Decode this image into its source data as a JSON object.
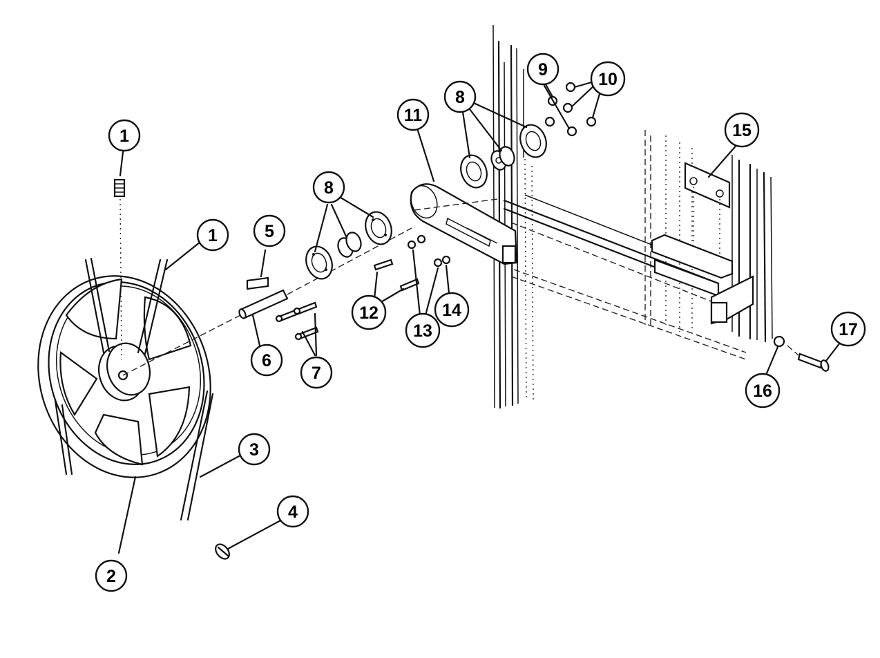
{
  "callouts": [
    {
      "id": "c1a",
      "label": "1"
    },
    {
      "id": "c1b",
      "label": "1"
    },
    {
      "id": "c2",
      "label": "2"
    },
    {
      "id": "c3",
      "label": "3"
    },
    {
      "id": "c4",
      "label": "4"
    },
    {
      "id": "c5",
      "label": "5"
    },
    {
      "id": "c6",
      "label": "6"
    },
    {
      "id": "c7",
      "label": "7"
    },
    {
      "id": "c8a",
      "label": "8"
    },
    {
      "id": "c8b",
      "label": "8"
    },
    {
      "id": "c9",
      "label": "9"
    },
    {
      "id": "c10",
      "label": "10"
    },
    {
      "id": "c11",
      "label": "11"
    },
    {
      "id": "c12",
      "label": "12"
    },
    {
      "id": "c13",
      "label": "13"
    },
    {
      "id": "c14",
      "label": "14"
    },
    {
      "id": "c15",
      "label": "15"
    },
    {
      "id": "c16",
      "label": "16"
    },
    {
      "id": "c17",
      "label": "17"
    }
  ]
}
